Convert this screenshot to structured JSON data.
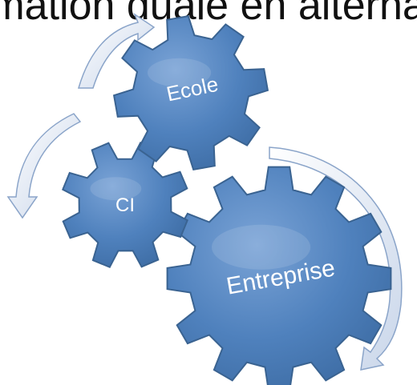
{
  "title": "Formation duale en alternance",
  "colors": {
    "gear_fill": "#4f81bd",
    "gear_highlight": "#7aa3d6",
    "gear_edge": "#3a6391",
    "arrow_fill": "#e9eef7",
    "arrow_edge": "#8aa4c9",
    "label": "#ffffff"
  },
  "gears": [
    {
      "id": "ecole",
      "label": "Ecole"
    },
    {
      "id": "ci",
      "label": "CI"
    },
    {
      "id": "entreprise",
      "label": "Entreprise"
    }
  ]
}
